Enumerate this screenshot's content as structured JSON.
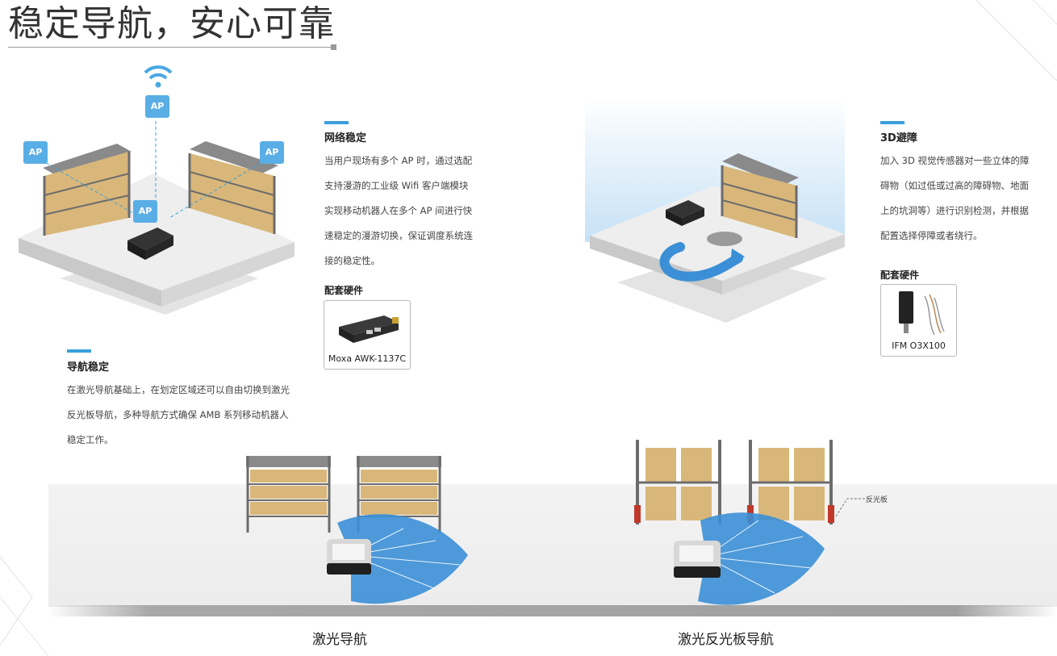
{
  "header": {
    "title": "稳定导航，安心可靠"
  },
  "network": {
    "title": "网络稳定",
    "lines": [
      "当用户现场有多个 AP 时，通过选配",
      "支持漫游的工业级 Wifi 客户端模块",
      "实现移动机器人在多个 AP 间进行快",
      "速稳定的漫游切换，保证调度系统连",
      "接的稳定性。"
    ],
    "hardware_title": "配套硬件",
    "hardware_name": "Moxa AWK-1137C",
    "ap_label": "AP"
  },
  "obstacle": {
    "title": "3D避障",
    "lines": [
      "加入 3D 视觉传感器对一些立体的障",
      "碍物（如过低或过高的障碍物、地面",
      "上的坑洞等）进行识别检测，并根据",
      "配置选择停障或者绕行。"
    ],
    "hardware_title": "配套硬件",
    "hardware_name": "IFM O3X100"
  },
  "navigation": {
    "title": "导航稳定",
    "lines": [
      "在激光导航基础上，在划定区域还可以自由切换到激光",
      "反光板导航，多种导航方式确保 AMB 系列移动机器人",
      "稳定工作。"
    ]
  },
  "bottom": {
    "laser_caption": "激光导航",
    "reflector_caption": "激光反光板导航",
    "reflector_note": "反光板"
  },
  "colors": {
    "accent": "#3aa0dc",
    "scan_blue": "#3b8fd6",
    "ap_cube": "#5aaee6",
    "shelf_frame": "#6c6c6c",
    "box": "#d9b77a"
  }
}
